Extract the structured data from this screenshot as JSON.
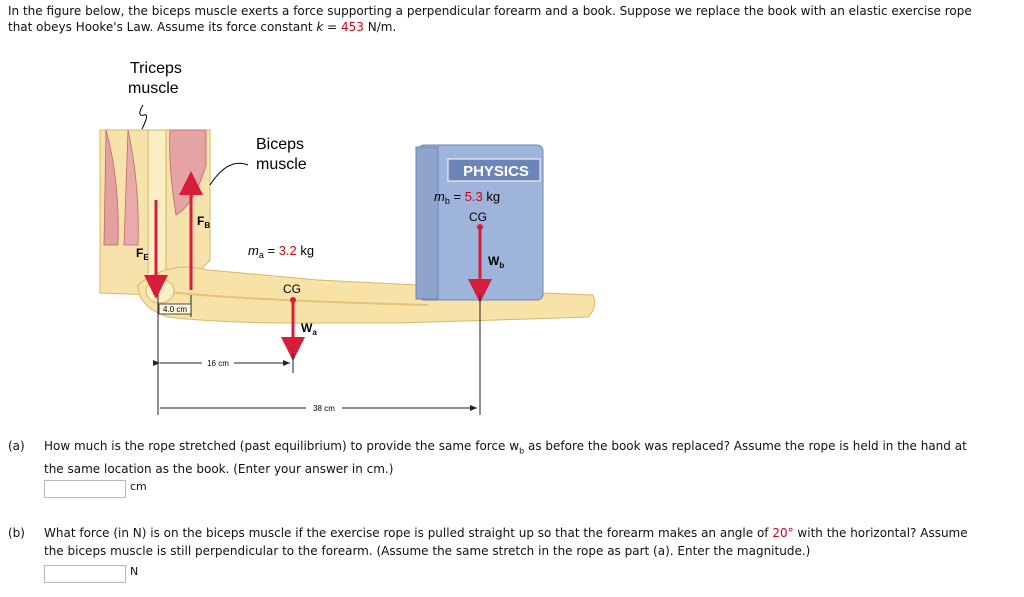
{
  "intro": {
    "line1": "In the figure below, the biceps muscle exerts a force supporting a perpendicular forearm and a book. Suppose we replace the book with an elastic exercise rope",
    "line2_before_k": "that obeys Hooke's Law. Assume its force constant ",
    "k_symbol": "k",
    "eq": " = ",
    "k_value": "453",
    "k_unit": " N/m."
  },
  "figure": {
    "triceps_line1": "Triceps",
    "triceps_line2": "muscle",
    "biceps_line1": "Biceps",
    "biceps_line2": "muscle",
    "physics": "PHYSICS",
    "mb_symbol": "m",
    "mb_sub": "b",
    "mb_eq": " = ",
    "mb_value": "5.3",
    "mb_unit": " kg",
    "cg_book": "CG",
    "ma_symbol": "m",
    "ma_sub": "a",
    "ma_eq": " = ",
    "ma_value": "3.2",
    "ma_unit": " kg",
    "cg_arm": "CG",
    "fe_main": "F",
    "fe_sub": "E",
    "fb_main": "F",
    "fb_sub": "B",
    "wa_main": "W",
    "wa_sub": "a",
    "wb_main": "W",
    "wb_sub": "b",
    "dim_4": "4.0 cm",
    "dim_16": "16 cm",
    "dim_38": "38 cm"
  },
  "questions": {
    "a": {
      "tag": "(a)",
      "line1": "How much is the rope stretched (past equilibrium) to provide the same force w",
      "line1_sub": "b",
      "line1_end": " as before the book was replaced? Assume the rope is held in the hand at",
      "line2": "the same location as the book. (Enter your answer in cm.)",
      "unit": "cm",
      "value": ""
    },
    "b": {
      "tag": "(b)",
      "line1_start": "What force (in N) is on the biceps muscle if the exercise rope is pulled straight up so that the forearm makes an angle of ",
      "angle": "20°",
      "line1_end": " with the horizontal? Assume",
      "line2": "the biceps muscle is still perpendicular to the forearm. (Assume the same stretch in the rope as part (a). Enter the magnitude.)",
      "unit": "N",
      "value": ""
    }
  },
  "colors": {
    "highlight": "#d0021b",
    "arrow": "#d61e3c",
    "bone": "#f4dc9a",
    "book": "#a9bde0"
  }
}
